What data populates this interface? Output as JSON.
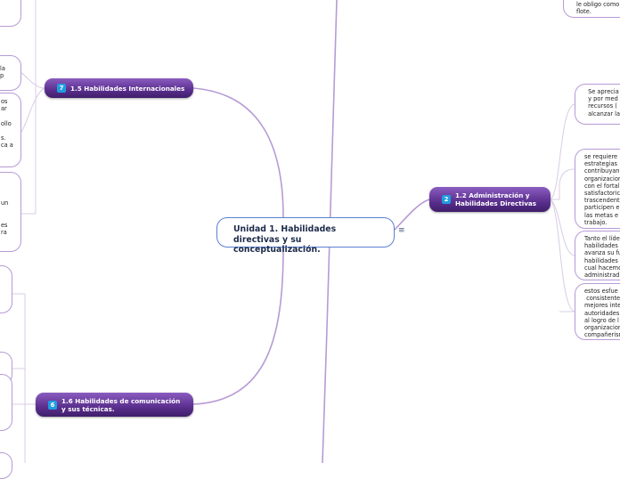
{
  "central": {
    "title": "Unidad 1. Habilidades directivas y su conceptualización."
  },
  "branches": {
    "b15": {
      "number": "7",
      "label": "1.5 Habilidades Internacionales"
    },
    "b12": {
      "number": "2",
      "label": "1.2 Administración y Habilidades Directivas"
    },
    "b16": {
      "number": "6",
      "label": "1.6 Habilidades de comunicación y sus técnicas."
    }
  },
  "leaves": {
    "r_top": "le obligo como\nflote.",
    "r1": " Se aprecia\n y por med\n recursos (\n alcanzar la",
    "r2": "se requiere\nestrategias\ncontribuyan\norganizacior\ncon el fortal\nsatisfactoric\ntrascendent\nparticipen e\nlas metas e\ntrabajo.",
    "r3": "Tanto el líde\nhabilidades\navanza su fu\nhabilidades\ncual hacemo\nadministrad",
    "r4": "estos esfue\n consistente\nmejores inte\nautoridades\nal logro de l\norganizacior\ncompañerisn",
    "l1": "la\np",
    "l2": "os\nar\n\nollo\n\ns.\nca a",
    "l3": "un\n\n\nes\nra"
  },
  "icons": {
    "menu": "≡"
  },
  "colors": {
    "connector": "#b79ad6",
    "branch_top": "#8a5cc0",
    "branch_bottom": "#3f1e6a",
    "badge": "#1f9de0",
    "central_border": "#5b7fd4"
  }
}
